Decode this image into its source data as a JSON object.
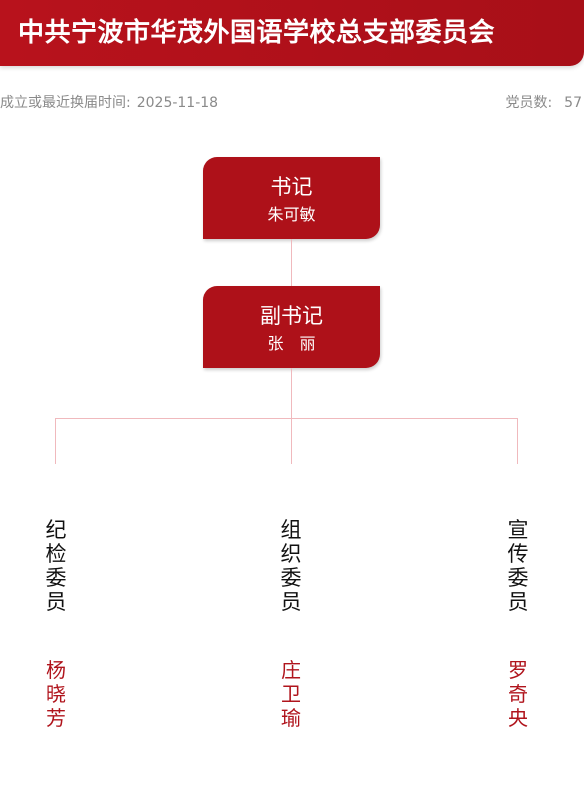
{
  "header": {
    "title": "中共宁波市华茂外国语学校总支部委员会"
  },
  "meta": {
    "established_label": "成立或最近换届时间:",
    "established_date": "2025-11-18",
    "members_label": "党员数:",
    "members_count": "57"
  },
  "org": {
    "secretary": {
      "role": "书记",
      "name": "朱可敏"
    },
    "deputy": {
      "role": "副书记",
      "name": "张　丽"
    },
    "members": [
      {
        "role": "纪\n检\n委\n员",
        "name": "杨\n晓\n芳"
      },
      {
        "role": "组\n织\n委\n员",
        "name": "庄\n卫\n瑜"
      },
      {
        "role": "宣\n传\n委\n员",
        "name": "罗\n奇\n央"
      }
    ]
  },
  "colors": {
    "primary_red": "#ae1119",
    "connector_pink": "#f0b9bd",
    "meta_gray": "#8a8a8a"
  }
}
